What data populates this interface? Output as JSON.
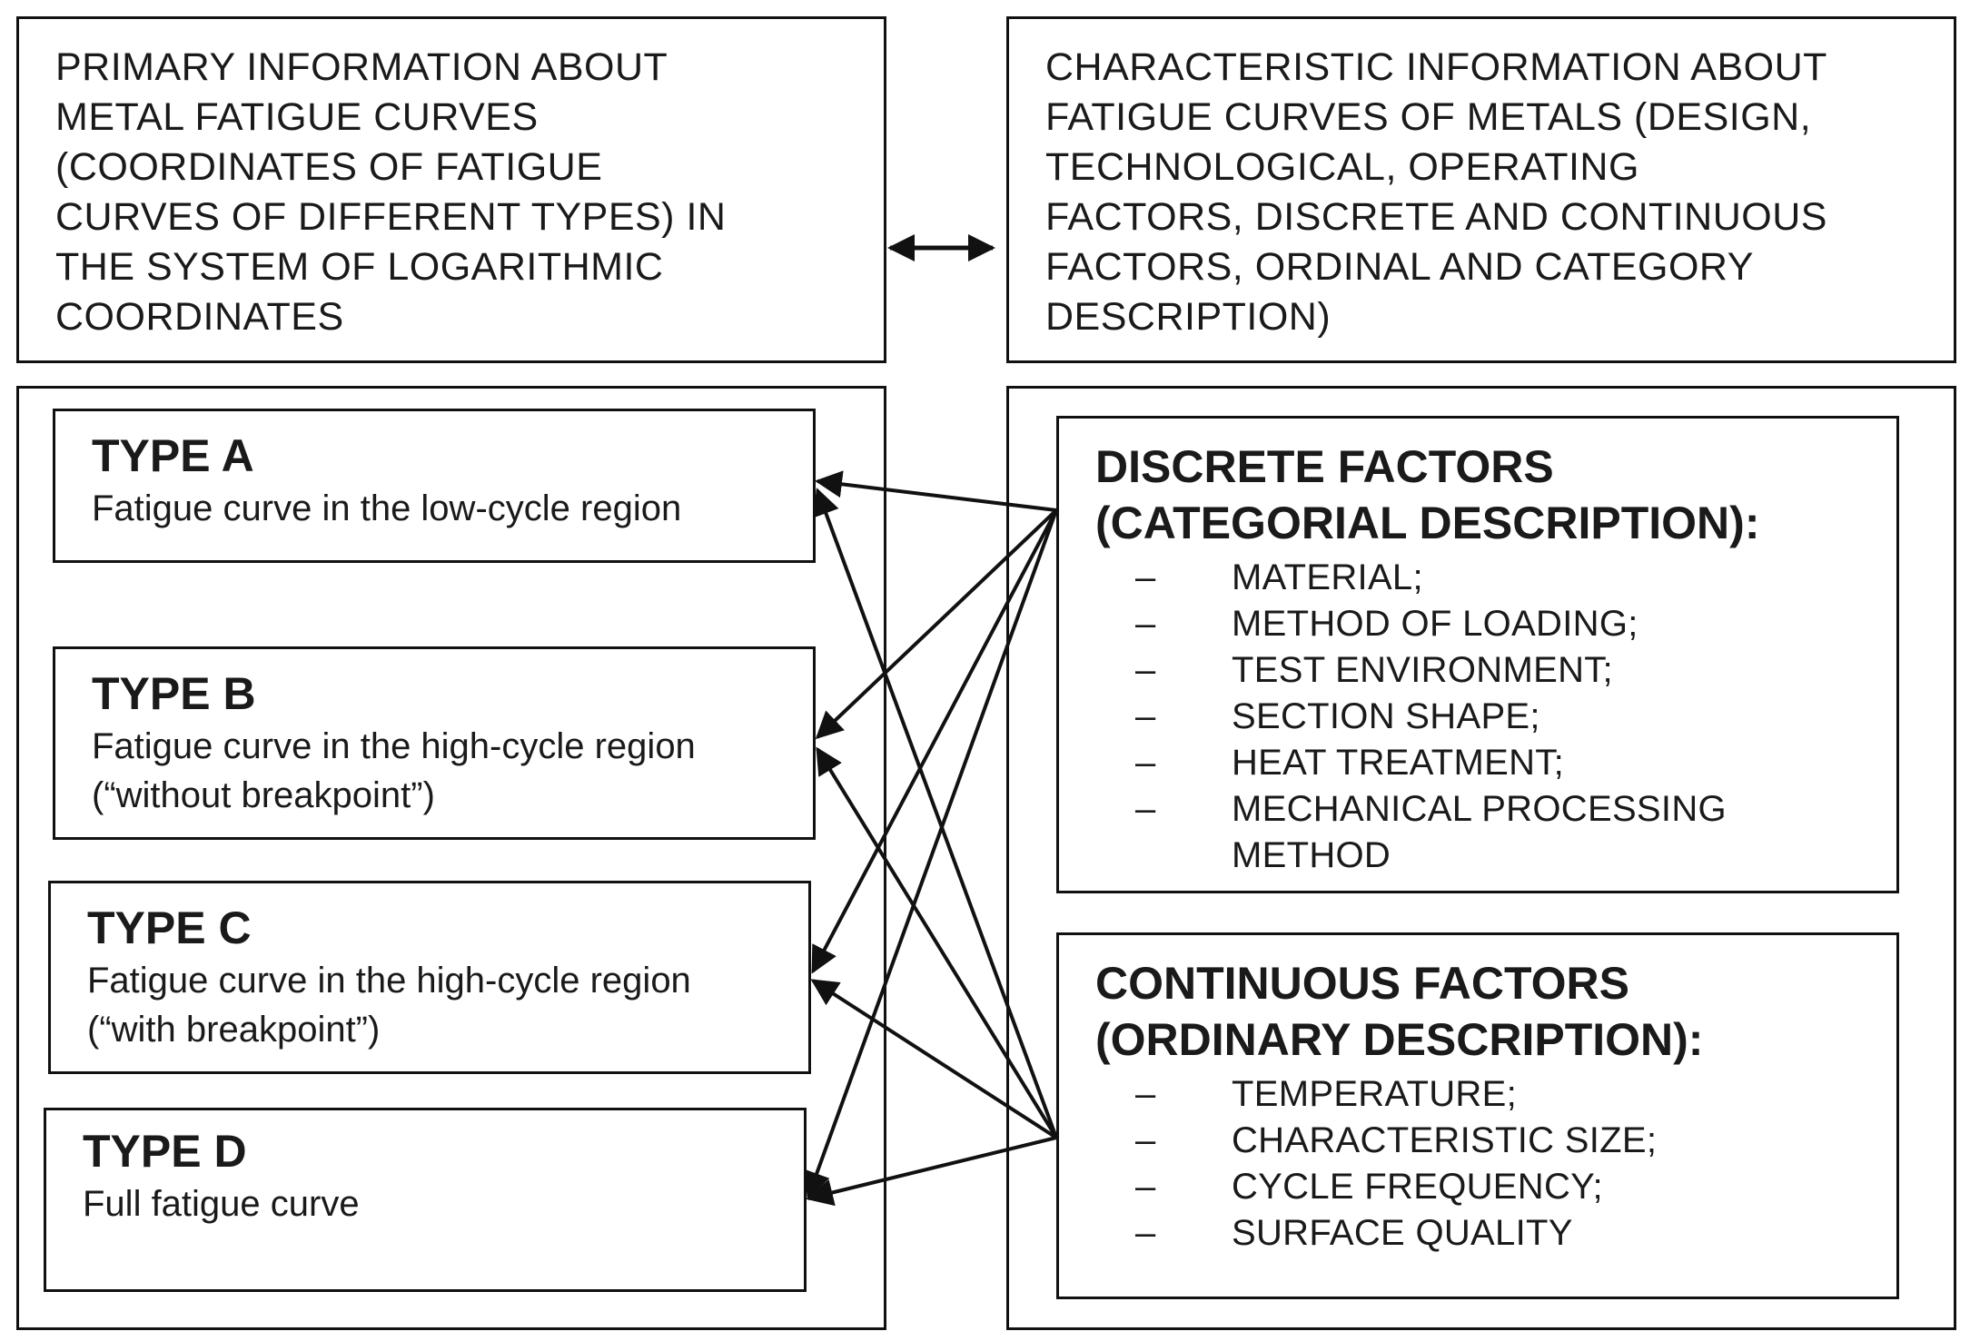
{
  "top": {
    "left_text": "PRIMARY INFORMATION ABOUT\nMETAL FATIGUE CURVES\n(COORDINATES OF FATIGUE\nCURVES OF DIFFERENT TYPES) IN\nTHE SYSTEM OF LOGARITHMIC\nCOORDINATES",
    "right_text": "CHARACTERISTIC INFORMATION ABOUT\nFATIGUE CURVES OF METALS (DESIGN,\nTECHNOLOGICAL, OPERATING\nFACTORS, DISCRETE AND CONTINUOUS\nFACTORS, ORDINAL AND CATEGORY\nDESCRIPTION)"
  },
  "types": [
    {
      "title": "TYPE A",
      "desc": "Fatigue curve in the low-cycle region"
    },
    {
      "title": "TYPE B",
      "desc": "Fatigue curve in the high-cycle region\n(“without breakpoint”)"
    },
    {
      "title": "TYPE C",
      "desc": "Fatigue curve in the high-cycle region\n(“with breakpoint”)"
    },
    {
      "title": "TYPE D",
      "desc": "Full fatigue curve"
    }
  ],
  "discrete": {
    "heading": "DISCRETE FACTORS\n(CATEGORIAL DESCRIPTION):",
    "bullet": "–",
    "items": [
      "MATERIAL;",
      "METHOD OF LOADING;",
      "TEST ENVIRONMENT;",
      "SECTION SHAPE;",
      "HEAT TREATMENT;",
      "MECHANICAL PROCESSING",
      "METHOD"
    ]
  },
  "continuous": {
    "heading": "CONTINUOUS FACTORS\n(ORDINARY DESCRIPTION):",
    "bullet": "–",
    "items": [
      "TEMPERATURE;",
      "CHARACTERISTIC SIZE;",
      "CYCLE FREQUENCY;",
      "SURFACE QUALITY"
    ]
  }
}
